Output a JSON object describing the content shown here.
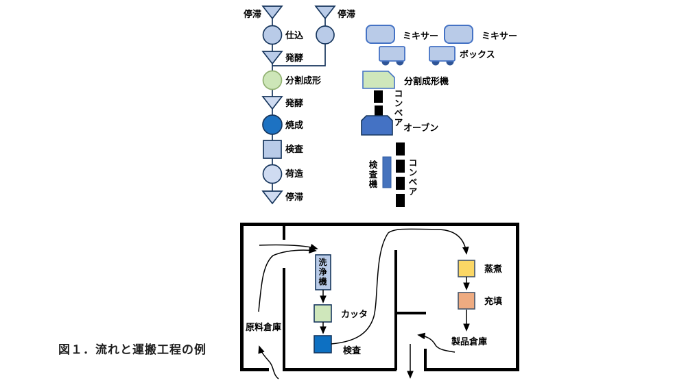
{
  "caption": "図１．流れと運搬工程の例",
  "flowchart": {
    "col1": [
      {
        "shape": "inverted-triangle",
        "label": "停滞"
      },
      {
        "shape": "circle",
        "label": "仕込"
      },
      {
        "shape": "inverted-triangle",
        "label": "発酵"
      },
      {
        "shape": "circle-green",
        "label": "分割成形"
      },
      {
        "shape": "inverted-triangle",
        "label": "発酵"
      },
      {
        "shape": "circle-dark-blue",
        "label": "焼成"
      },
      {
        "shape": "square",
        "label": "検査"
      },
      {
        "shape": "circle",
        "label": "荷造"
      },
      {
        "shape": "inverted-triangle",
        "label": "停滞"
      }
    ],
    "col2": [
      {
        "shape": "inverted-triangle",
        "label": "停滞"
      },
      {
        "shape": "circle",
        "label": ""
      }
    ]
  },
  "equipment": {
    "mixer1": "ミキサー",
    "mixer2": "ミキサー",
    "box": "ボックス",
    "divider_machine": "分割成形機",
    "conveyor_upper": "コンベア",
    "oven": "オーブン",
    "inspection_machine": "検査機",
    "conveyor_lower": "コンベア"
  },
  "floorplan": {
    "washer": "洗浄機",
    "cutter": "カッタ",
    "inspection": "検査",
    "steamer": "蒸煮",
    "filler": "充填",
    "raw_material_warehouse": "原料倉庫",
    "product_warehouse": "製品倉庫"
  },
  "colors": {
    "light_blue": "#b9cbe8",
    "pale_blue": "#cfdbf1",
    "navy_border": "#17365d",
    "medium_blue": "#4472c4",
    "vivid_blue": "#1d72c2",
    "bright_blue": "#0d70c2",
    "light_green": "#cde6b8",
    "green_border": "#90b070",
    "yellow": "#fbd765",
    "orange": "#eeab81",
    "wheel_blue": "#2f5597",
    "conveyor_black": "#000000"
  }
}
